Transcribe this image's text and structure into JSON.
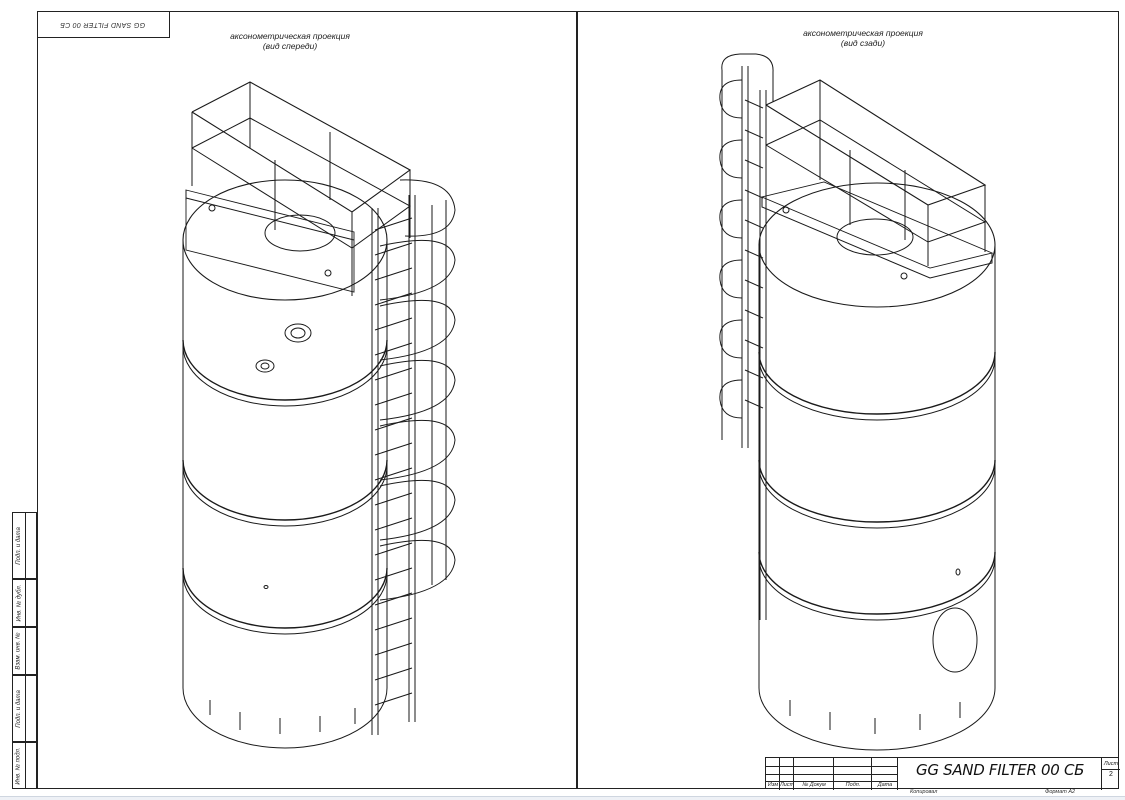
{
  "drawing": {
    "corner_stamp": "GG SAND FILTER 00 СБ",
    "left_view": {
      "title": "аксонометрическая проекция",
      "subtitle": "(вид спереди)"
    },
    "right_view": {
      "title": "аксонометрическая проекция",
      "subtitle": "(вид сзади)"
    },
    "side_strip": [
      "Подп. и дата",
      "Инв. № дубл.",
      "Взам. инв. №",
      "Подп. и дата",
      "Инв. № подл."
    ],
    "title_block": {
      "headers": [
        "Изм",
        "Лист",
        "№ Докум",
        "Подп.",
        "Дата"
      ],
      "code": "GG SAND FILTER 00 СБ",
      "sheet_label": "Лист",
      "sheet_number": "2",
      "copied_label": "Копировал",
      "format_label": "Формат А2"
    }
  }
}
